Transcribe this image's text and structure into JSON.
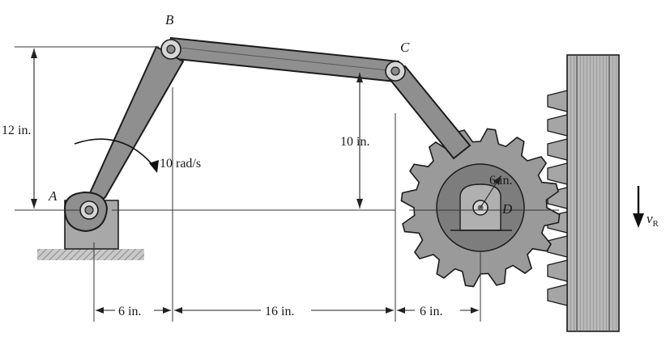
{
  "points": {
    "A": "A",
    "B": "B",
    "C": "C",
    "D": "D"
  },
  "dimensions": {
    "height_B": "12 in.",
    "height_C": "10 in.",
    "span_1": "6 in.",
    "span_2": "16 in.",
    "span_3": "6 in.",
    "gear_radius": "6 in."
  },
  "angular_velocity": "10 rad/s",
  "rack_velocity": {
    "symbol": "v",
    "subscript": "R"
  },
  "colors": {
    "link_fill": "#8f8f8f",
    "gear_fill": "#9a9a9a",
    "rack_fill": "#b5b5b5",
    "outline": "#1c1c1c"
  }
}
